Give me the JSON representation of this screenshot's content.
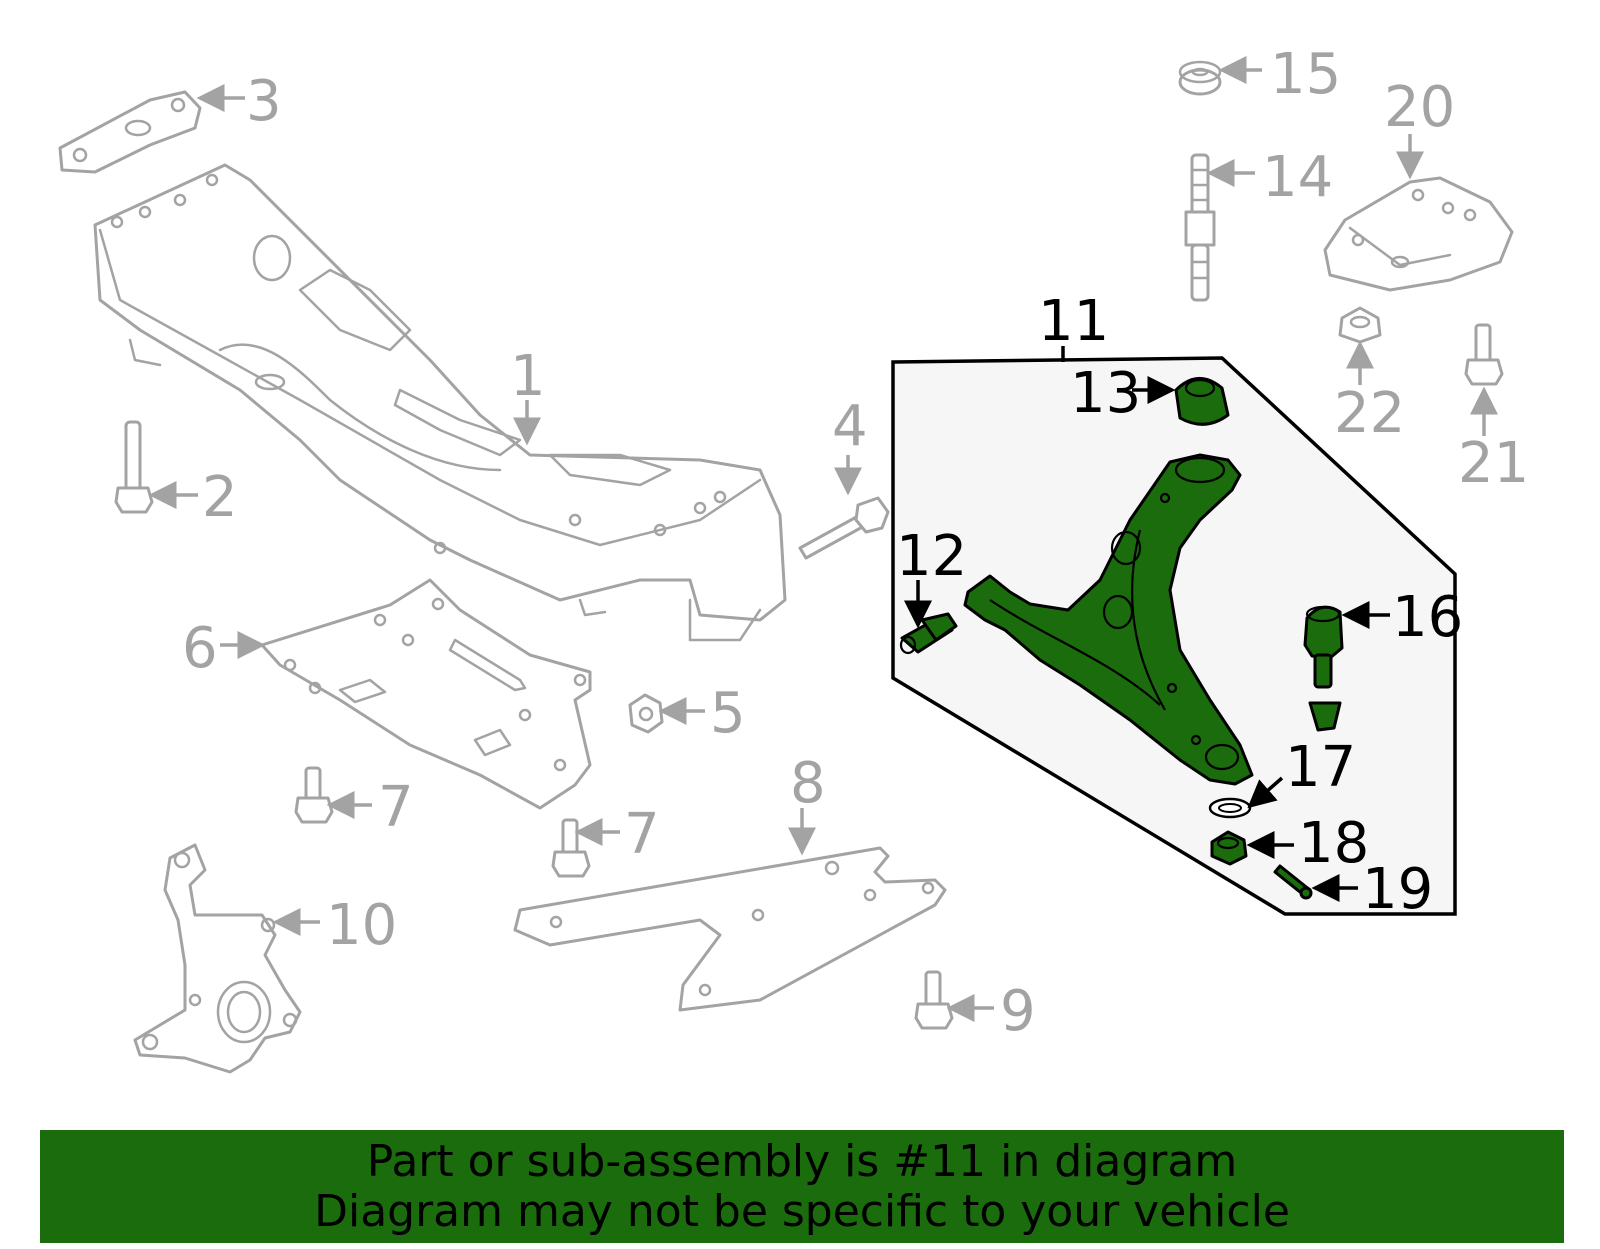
{
  "callouts": {
    "c1": "1",
    "c2": "2",
    "c3": "3",
    "c4": "4",
    "c5": "5",
    "c6": "6",
    "c7a": "7",
    "c7b": "7",
    "c8": "8",
    "c9": "9",
    "c10": "10",
    "c11": "11",
    "c12": "12",
    "c13": "13",
    "c14": "14",
    "c15": "15",
    "c16": "16",
    "c17": "17",
    "c18": "18",
    "c19": "19",
    "c20": "20",
    "c21": "21",
    "c22": "22"
  },
  "highlight": {
    "part_number": "11",
    "color": "#1a6c0c"
  },
  "banner": {
    "line1": "Part or sub-assembly is #11 in diagram",
    "line2": "Diagram may not be specific to your vehicle"
  }
}
